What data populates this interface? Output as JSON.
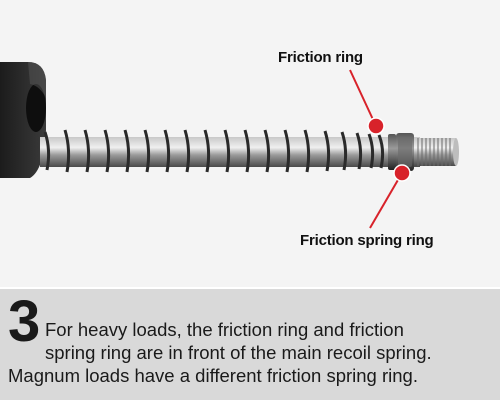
{
  "photo": {
    "labels": {
      "friction_ring": "Friction ring",
      "friction_spring_ring": "Friction spring ring"
    },
    "pointer_color": "#d8222a"
  },
  "caption": {
    "step_number": "3",
    "line1": "For heavy loads, the friction ring and friction",
    "line2": "spring ring are in front of the main recoil spring.",
    "line3": "Magnum loads have a different friction spring ring."
  },
  "colors": {
    "panel_background": "#d9d9d9",
    "photo_background": "#f4f4f4",
    "text": "#1a1a1a"
  }
}
